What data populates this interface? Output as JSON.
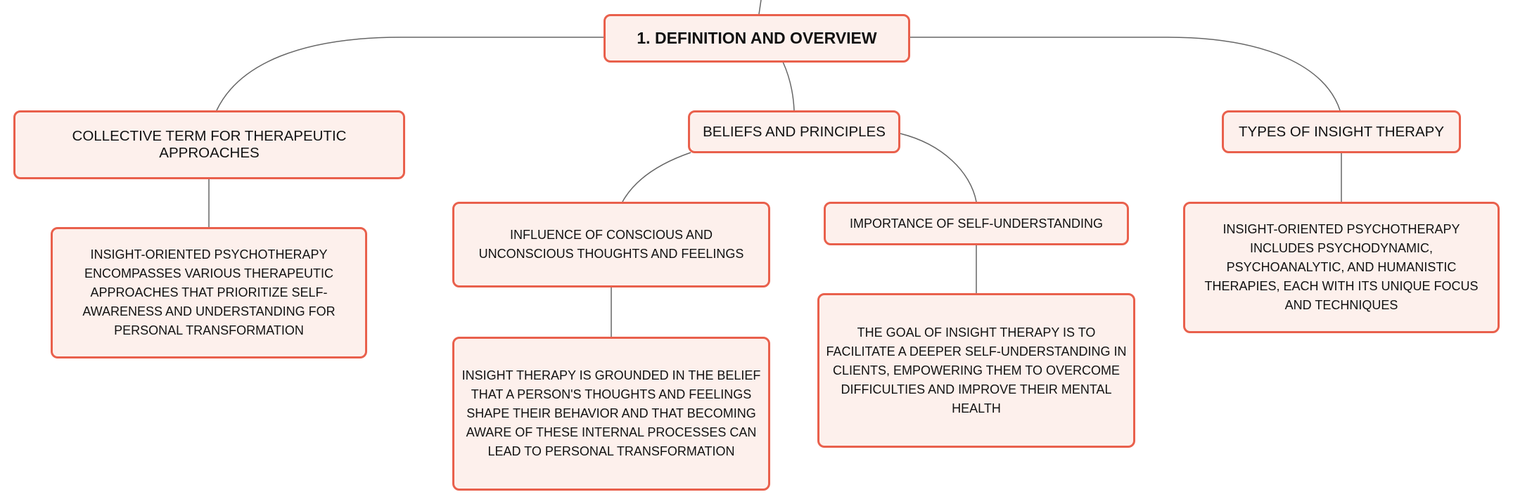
{
  "root": {
    "label": "1. DEFINITION AND OVERVIEW"
  },
  "branches": {
    "collective": {
      "label": "COLLECTIVE TERM FOR THERAPEUTIC APPROACHES",
      "detail": "INSIGHT-ORIENTED PSYCHOTHERAPY ENCOMPASSES VARIOUS THERAPEUTIC APPROACHES THAT PRIORITIZE SELF-AWARENESS AND UNDERSTANDING FOR PERSONAL TRANSFORMATION"
    },
    "beliefs": {
      "label": "BELIEFS AND PRINCIPLES",
      "influence": {
        "label": "INFLUENCE OF CONSCIOUS AND UNCONSCIOUS THOUGHTS AND FEELINGS",
        "detail": "INSIGHT THERAPY IS GROUNDED IN THE BELIEF THAT A PERSON'S THOUGHTS AND FEELINGS SHAPE THEIR BEHAVIOR AND THAT BECOMING AWARE OF THESE INTERNAL PROCESSES CAN LEAD TO PERSONAL TRANSFORMATION"
      },
      "importance": {
        "label": "IMPORTANCE OF SELF-UNDERSTANDING",
        "detail": "THE GOAL OF INSIGHT THERAPY IS TO FACILITATE A DEEPER SELF-UNDERSTANDING IN CLIENTS, EMPOWERING THEM TO OVERCOME DIFFICULTIES AND IMPROVE THEIR MENTAL HEALTH"
      }
    },
    "types": {
      "label": "TYPES OF INSIGHT THERAPY",
      "detail": "INSIGHT-ORIENTED PSYCHOTHERAPY INCLUDES PSYCHODYNAMIC, PSYCHOANALYTIC, AND HUMANISTIC THERAPIES, EACH WITH ITS UNIQUE FOCUS AND TECHNIQUES"
    }
  },
  "colors": {
    "node_border": "#e9604c",
    "node_fill": "#fdf0ec",
    "connector": "#666666",
    "text": "#111111"
  }
}
